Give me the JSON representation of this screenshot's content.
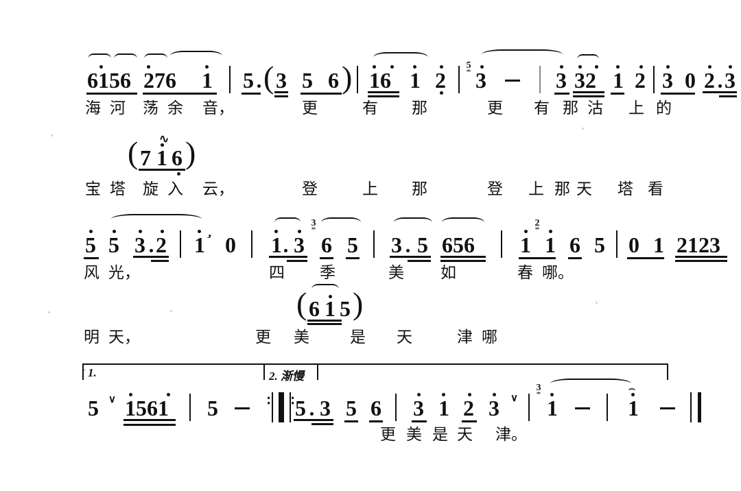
{
  "document": {
    "kind": "jianpu-sheet-music",
    "script": "chinese",
    "ink_color": "#111111",
    "paper_color": "#ffffff"
  },
  "systems": [
    {
      "id": "system-1",
      "notes_text": "6156 276 1 | 5.(3 5 6) | 16 1 2 | 3 - | 3 32 1 2 | 3 0 2.3 |",
      "lyrics_text": "海河 荡余 音， 更 有 那 更 有那沽 上的",
      "lyric_syllables": [
        "海",
        "河",
        "荡",
        "余",
        "音，",
        "更",
        "有",
        "那",
        "更",
        "有",
        "那",
        "沽",
        "上",
        "的"
      ],
      "note_cells": [
        {
          "digits": "6156",
          "group": "beamed-16th",
          "octave_dots": [
            0,
            1,
            0,
            0
          ]
        },
        {
          "digits": "276",
          "group": "beamed-16th",
          "octave_dots": [
            1,
            0,
            0
          ]
        },
        {
          "digits": "1",
          "group": "single",
          "octave_dots": [
            1
          ]
        },
        {
          "digits": "5.",
          "group": "dotted-quarter"
        },
        {
          "digits": "3 5 6",
          "group": "parenthesized-grace"
        },
        {
          "digits": "16",
          "group": "beamed-16th",
          "octave_dots": [
            1,
            1
          ]
        },
        {
          "digits": "1",
          "octave_dots": [
            1
          ]
        },
        {
          "digits": "2",
          "octave_dots": [
            1
          ]
        },
        {
          "digits": "3",
          "octave_dots": [
            1
          ],
          "string_mark": "5"
        },
        {
          "digits": "-",
          "group": "sustain"
        },
        {
          "digits": "3",
          "octave_dots": [
            1
          ]
        },
        {
          "digits": "32",
          "group": "beamed-16th",
          "octave_dots": [
            1,
            1
          ]
        },
        {
          "digits": "1",
          "octave_dots": [
            1
          ]
        },
        {
          "digits": "2",
          "octave_dots": [
            1
          ]
        },
        {
          "digits": "3",
          "octave_dots": [
            1
          ]
        },
        {
          "digits": "0"
        },
        {
          "digits": "2.3",
          "group": "beamed-dotted",
          "octave_dots": [
            1,
            1
          ]
        }
      ]
    },
    {
      "id": "system-2",
      "notes_text": "(716)",
      "lyrics_text": "宝塔 旋入 云， 登 上 那 登 上那天 塔看",
      "lyric_syllables": [
        "宝",
        "塔",
        "旋",
        "入",
        "云，",
        "登",
        "上",
        "那",
        "登",
        "上",
        "那",
        "天",
        "塔",
        "看"
      ],
      "note_cells": [
        {
          "digits": "716",
          "group": "parenthesized-grace",
          "ornament": "mordent",
          "octave_dots": [
            0,
            1,
            -1
          ]
        }
      ]
    },
    {
      "id": "system-3",
      "notes_text": "5 5 3.2 | 1 0 | 1.3 6 5 | 3.5 656 | 1 1 6 5 | 0 1 2123 |",
      "lyrics_text": "风光， 四 季 美 如 春哪。",
      "lyric_syllables": [
        "风",
        "光，",
        "四",
        "季",
        "美",
        "如",
        "春",
        "哪。"
      ],
      "note_cells": [
        {
          "digits": "5",
          "octave_dots": [
            1
          ]
        },
        {
          "digits": "5",
          "octave_dots": [
            1
          ]
        },
        {
          "digits": "3.2",
          "group": "beamed-dotted",
          "octave_dots": [
            1,
            1
          ]
        },
        {
          "digits": "1",
          "octave_dots": [
            1
          ],
          "ornament": "fall"
        },
        {
          "digits": "0"
        },
        {
          "digits": "1.3",
          "group": "beamed-dotted",
          "octave_dots": [
            1,
            1
          ]
        },
        {
          "digits": "6",
          "string_mark": "3"
        },
        {
          "digits": "5"
        },
        {
          "digits": "3.5",
          "group": "beamed-dotted"
        },
        {
          "digits": "656",
          "group": "beamed-16th"
        },
        {
          "digits": "1",
          "octave_dots": [
            1
          ],
          "string_mark": "2"
        },
        {
          "digits": "1",
          "octave_dots": [
            1
          ]
        },
        {
          "digits": "6"
        },
        {
          "digits": "5"
        },
        {
          "digits": "0"
        },
        {
          "digits": "1"
        },
        {
          "digits": "2123",
          "group": "beamed-16th"
        }
      ]
    },
    {
      "id": "system-4",
      "notes_text": "(615)",
      "lyrics_text": "明天， 更 美 是 天 津哪",
      "lyric_syllables": [
        "明",
        "天，",
        "更",
        "美",
        "是",
        "天",
        "津",
        "哪"
      ],
      "note_cells": [
        {
          "digits": "615",
          "group": "parenthesized-grace",
          "octave_dots": [
            0,
            1,
            0
          ]
        }
      ]
    },
    {
      "id": "system-5",
      "volta_1_label": "1.",
      "volta_2_label": "2. 渐慢",
      "tempo_marking": "渐慢",
      "notes_text": "5 ∨ 1561 | 5 - :|| 5.3 5 6 | 3 1 2 3 | 1 - | 1 - ||",
      "lyrics_text": "更美是天 津。",
      "lyric_syllables": [
        "更",
        "美",
        "是",
        "天",
        "津。"
      ],
      "note_cells": [
        {
          "digits": "5",
          "breath": true
        },
        {
          "digits": "1561",
          "group": "beamed-16th",
          "octave_dots": [
            1,
            0,
            0,
            1
          ]
        },
        {
          "digits": "5"
        },
        {
          "digits": "-",
          "group": "sustain"
        },
        {
          "digits": "5.3",
          "group": "beamed-dotted"
        },
        {
          "digits": "5"
        },
        {
          "digits": "6"
        },
        {
          "digits": "3",
          "octave_dots": [
            1
          ]
        },
        {
          "digits": "1",
          "octave_dots": [
            1
          ]
        },
        {
          "digits": "2",
          "octave_dots": [
            1
          ]
        },
        {
          "digits": "3",
          "octave_dots": [
            1
          ],
          "breath": true
        },
        {
          "digits": "1",
          "octave_dots": [
            1
          ],
          "string_mark": "3"
        },
        {
          "digits": "-",
          "group": "sustain"
        },
        {
          "digits": "1",
          "octave_dots": [
            1
          ],
          "ornament": "fermata"
        },
        {
          "digits": "-",
          "group": "sustain"
        }
      ]
    }
  ],
  "glyphs": {
    "dash": "-",
    "rest": "0",
    "breath": "∨",
    "fermata": "⌢",
    "mordent": "∿",
    "repeat_dots": "∶",
    "paren_open": "(",
    "paren_close": ")",
    "string_symbol": "乚"
  },
  "lines": {
    "l1_notes": "6̇1̇ 5 6  2̇ 7 6  1̇",
    "l1_m2": "5.",
    "l1_grace": "3 5 6",
    "l5_volta1": "1.",
    "l5_volta2": "2. 渐慢"
  }
}
